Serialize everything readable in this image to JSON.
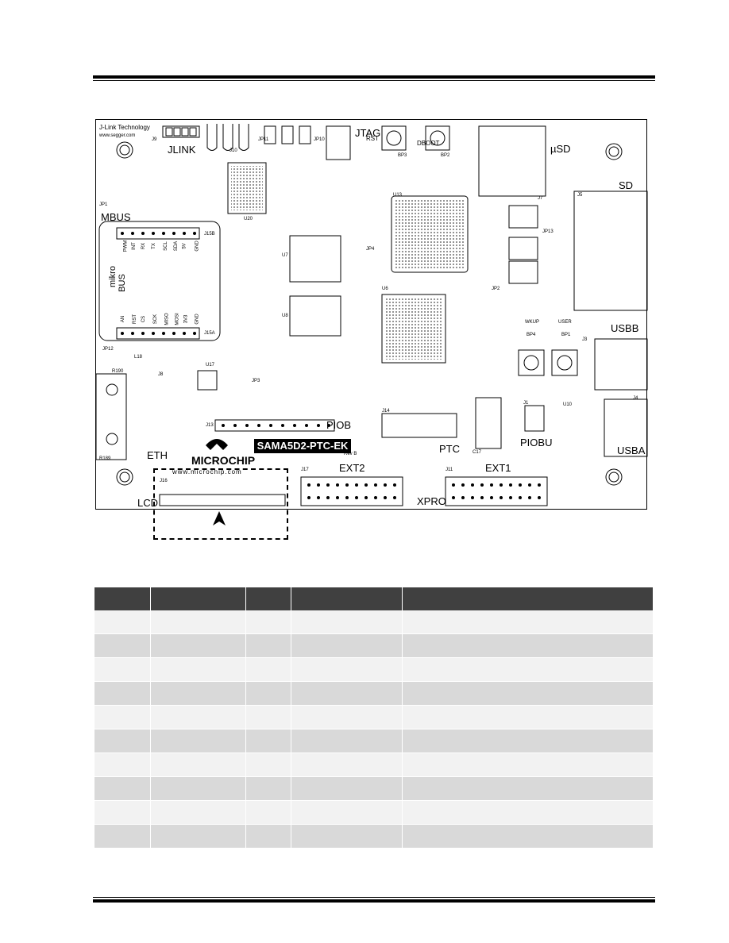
{
  "board": {
    "name": "SAMA5D2-PTC-EK",
    "revision": "Rev B",
    "website": "www.microchip.com",
    "brand": "MICROCHIP",
    "segger_line1": "J-Link Technology",
    "segger_line2": "www.segger.com",
    "section_labels": {
      "jlink": "JLINK",
      "jtag": "JTAG",
      "usd": "µSD",
      "sd": "SD",
      "mbus": "MBUS",
      "mikro": "mikro",
      "bus": "BUS",
      "usbb": "USBB",
      "usba": "USBA",
      "eth": "ETH",
      "piob": "PIOB",
      "ptc": "PTC",
      "ext2": "EXT2",
      "ext1": "EXT1",
      "xpro": "XPRO",
      "lcd": "LCD",
      "piobu": "PIOBU",
      "wkup": "WKUP",
      "user": "USER",
      "rst": "RST",
      "dboot": "DBOOT"
    },
    "mikrobus_top_pins": [
      "PWM",
      "INT",
      "RX",
      "TX",
      "SCL",
      "SDA",
      "5V",
      "GND"
    ],
    "mikrobus_bottom_pins": [
      "AN",
      "RST",
      "CS",
      "SCK",
      "MISO",
      "MOSI",
      "3V3",
      "GND"
    ],
    "designators": {
      "j9": "J9",
      "j10": "J10",
      "jp11": "JP11",
      "jp10": "JP10",
      "bp3": "BP3",
      "bp2": "BP2",
      "j7": "J7",
      "j5": "J5",
      "u20": "U20",
      "u7": "U7",
      "u8": "U8",
      "u6": "U6",
      "u13": "U13",
      "u17": "U17",
      "u10": "U10",
      "j15b": "J15B",
      "j15a": "J15A",
      "jp12": "JP12",
      "j13": "J13",
      "j14": "J14",
      "j16": "J16",
      "j17": "J17",
      "j11": "J11",
      "j1": "J1",
      "j3": "J3",
      "j4": "J4",
      "j8": "J8",
      "jp3": "JP3",
      "jp4": "JP4",
      "jp1": "JP1",
      "jp2": "JP2",
      "jp13": "JP13",
      "bp4": "BP4",
      "bp1": "BP1",
      "c17": "C17",
      "r190": "R190",
      "r189": "R189",
      "l18": "L18"
    }
  },
  "table": {
    "columns": 5,
    "rows": 10
  }
}
